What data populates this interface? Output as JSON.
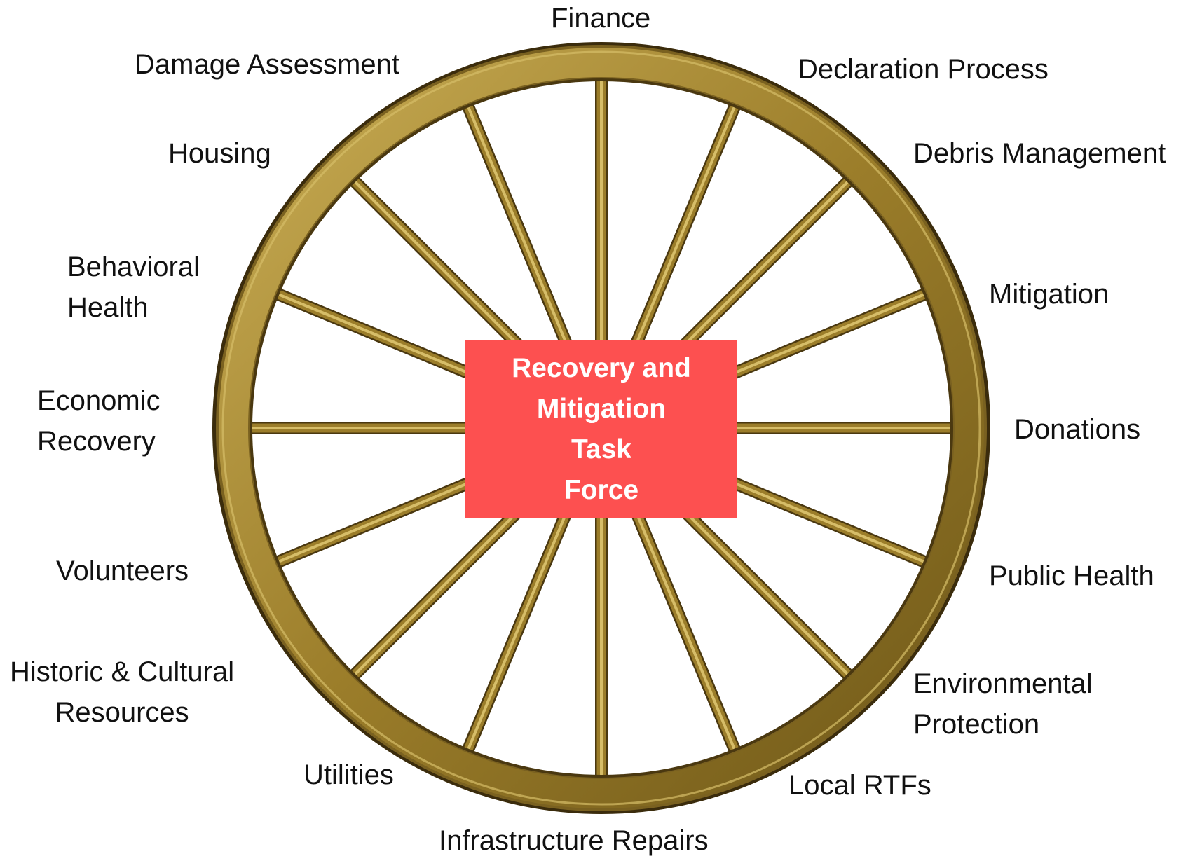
{
  "diagram": {
    "hub": {
      "title": "Recovery and\nMitigation\nTask\nForce"
    },
    "labels": {
      "finance": "Finance",
      "declaration_process": "Declaration Process",
      "debris_management": "Debris Management",
      "mitigation": "Mitigation",
      "donations": "Donations",
      "public_health": "Public Health",
      "environmental_protection": "Environmental\nProtection",
      "local_rtfs": "Local RTFs",
      "infrastructure_repairs": "Infrastructure Repairs",
      "utilities": "Utilities",
      "historic_cultural_resources": "Historic & Cultural\nResources",
      "volunteers": "Volunteers",
      "economic_recovery": "Economic\nRecovery",
      "behavioral_health": "Behavioral\nHealth",
      "housing": "Housing",
      "damage_assessment": "Damage Assessment"
    },
    "colors": {
      "wheel_gold": "#9b7d2a",
      "wheel_dark": "#3b2c0c",
      "wheel_light": "#d6bd68",
      "hub_fill": "#fd5050",
      "hub_text": "#ffffff",
      "label_text": "#111111"
    },
    "spoke_count": 16
  }
}
